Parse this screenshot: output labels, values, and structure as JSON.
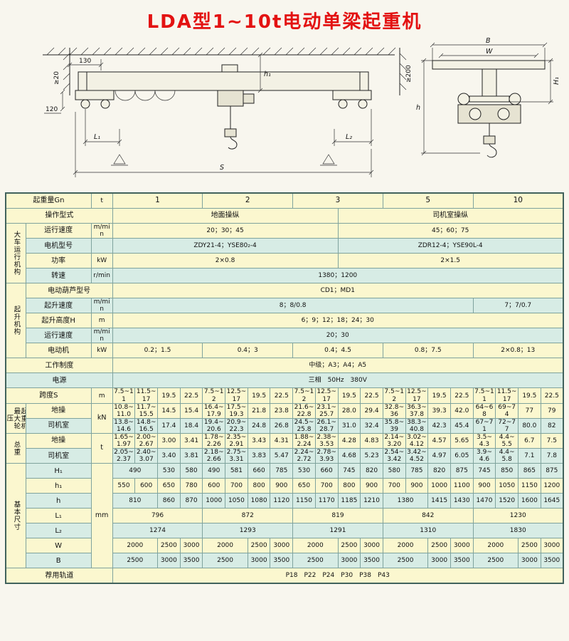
{
  "title": "LDA型1~10t电动单梁起重机",
  "colors": {
    "accent_red": "#e31212",
    "row_yellow": "#fbf7cf",
    "row_cyan": "#d7ece5",
    "grid_border": "#7fa39d"
  },
  "drawing": {
    "s": "S",
    "l1": "L₁",
    "l2": "L₂",
    "h1": "h₁",
    "cap_h1": "H₁",
    "h": "h",
    "b": "B",
    "w": "W",
    "d130": "130",
    "d20": "≥20",
    "d120": "120",
    "d200": "≥200"
  },
  "table": {
    "rows": [
      {
        "bg": "#fbf7cf",
        "cells": [
          {
            "t": "起重量Gn",
            "c": 2,
            "k": "lab"
          },
          {
            "t": "t"
          },
          {
            "t": "1",
            "c": 4,
            "k": "hd"
          },
          {
            "t": "2",
            "c": 4,
            "k": "hd"
          },
          {
            "t": "3",
            "c": 4,
            "k": "hd"
          },
          {
            "t": "5",
            "c": 4,
            "k": "hd"
          },
          {
            "t": "10",
            "c": 4,
            "k": "hd"
          }
        ]
      },
      {
        "bg": "#fbf7cf",
        "cells": [
          {
            "t": "操作型式",
            "c": 3,
            "k": "lab"
          },
          {
            "t": "地面操纵",
            "c": 10,
            "k": "lab"
          },
          {
            "t": "司机室操纵",
            "c": 10,
            "k": "lab"
          }
        ]
      },
      {
        "bg": "#fbf7cf",
        "cells": [
          {
            "t": "大车运行机构",
            "r": 4,
            "k": "vert"
          },
          {
            "t": "运行速度",
            "k": "lab"
          },
          {
            "t": "m/min"
          },
          {
            "t": "20；30；45",
            "c": 10
          },
          {
            "t": "45；60；75",
            "c": 10
          }
        ]
      },
      {
        "bg": "#d7ece5",
        "cells": [
          {
            "t": "电机型号",
            "k": "lab"
          },
          {
            "t": ""
          },
          {
            "t": "ZDY21-4；YSE80₂-4",
            "c": 10
          },
          {
            "t": "ZDR12-4；YSE90L-4",
            "c": 10
          }
        ]
      },
      {
        "bg": "#fbf7cf",
        "cells": [
          {
            "t": "功率",
            "k": "lab"
          },
          {
            "t": "kW"
          },
          {
            "t": "2×0.8",
            "c": 10
          },
          {
            "t": "2×1.5",
            "c": 10
          }
        ]
      },
      {
        "bg": "#d7ece5",
        "cells": [
          {
            "t": "转速",
            "k": "lab"
          },
          {
            "t": "r/min"
          },
          {
            "t": "1380；1200",
            "c": 20
          }
        ]
      },
      {
        "bg": "#fbf7cf",
        "cells": [
          {
            "t": "起升机构",
            "r": 5,
            "k": "vert"
          },
          {
            "t": "电动葫芦型号",
            "c": 2,
            "k": "lab"
          },
          {
            "t": "CD1；MD1",
            "c": 20
          }
        ]
      },
      {
        "bg": "#d7ece5",
        "cells": [
          {
            "t": "起升速度",
            "k": "lab"
          },
          {
            "t": "m/min"
          },
          {
            "t": "8；8/0.8",
            "c": 16
          },
          {
            "t": "7；7/0.7",
            "c": 4
          }
        ]
      },
      {
        "bg": "#fbf7cf",
        "cells": [
          {
            "t": "起升高度H",
            "k": "lab"
          },
          {
            "t": "m"
          },
          {
            "t": "6；9；12；18；24；30",
            "c": 20
          }
        ]
      },
      {
        "bg": "#d7ece5",
        "cells": [
          {
            "t": "运行速度",
            "k": "lab"
          },
          {
            "t": "m/min"
          },
          {
            "t": "20；30",
            "c": 20
          }
        ]
      },
      {
        "bg": "#fbf7cf",
        "cells": [
          {
            "t": "电动机",
            "k": "lab"
          },
          {
            "t": "kW"
          },
          {
            "t": "0.2；1.5",
            "c": 4
          },
          {
            "t": "0.4；3",
            "c": 4
          },
          {
            "t": "0.4；4.5",
            "c": 4
          },
          {
            "t": "0.8；7.5",
            "c": 4
          },
          {
            "t": "2×0.8；13",
            "c": 4
          }
        ]
      },
      {
        "bg": "#fbf7cf",
        "cells": [
          {
            "t": "工作制度",
            "c": 3,
            "k": "lab"
          },
          {
            "t": "中级；A3；A4；A5",
            "c": 20
          }
        ]
      },
      {
        "bg": "#d7ece5",
        "cells": [
          {
            "t": "电源",
            "c": 3,
            "k": "lab"
          },
          {
            "t": "三相　50Hz　380V",
            "c": 20
          }
        ]
      },
      {
        "bg": "#fbf7cf",
        "cells": [
          {
            "t": "跨度S",
            "c": 2,
            "k": "lab"
          },
          {
            "t": "m"
          },
          {
            "t": "7.5~11"
          },
          {
            "t": "11.5~17"
          },
          {
            "t": "19.5"
          },
          {
            "t": "22.5"
          },
          {
            "t": "7.5~12"
          },
          {
            "t": "12.5~17"
          },
          {
            "t": "19.5"
          },
          {
            "t": "22.5"
          },
          {
            "t": "7.5~12"
          },
          {
            "t": "12.5~17"
          },
          {
            "t": "19.5"
          },
          {
            "t": "22.5"
          },
          {
            "t": "7.5~12"
          },
          {
            "t": "12.5~17"
          },
          {
            "t": "19.5"
          },
          {
            "t": "22.5"
          },
          {
            "t": "7.5~11"
          },
          {
            "t": "11.5~17"
          },
          {
            "t": "19.5"
          },
          {
            "t": "22.5"
          }
        ]
      },
      {
        "bg": "#fbf7cf",
        "cells": [
          {
            "t": "起重机最大轮压",
            "r": 2,
            "k": "vert"
          },
          {
            "t": "地操",
            "k": "lab"
          },
          {
            "t": "kN",
            "r": 2,
            "k": "ru"
          },
          {
            "t": "10.8~11.0"
          },
          {
            "t": "11.7~15.5"
          },
          {
            "t": "14.5"
          },
          {
            "t": "15.4"
          },
          {
            "t": "16.4~17.9"
          },
          {
            "t": "17.5~19.3"
          },
          {
            "t": "21.8"
          },
          {
            "t": "23.8"
          },
          {
            "t": "21.6~22.8"
          },
          {
            "t": "23.1~25.7"
          },
          {
            "t": "28.0"
          },
          {
            "t": "29.4"
          },
          {
            "t": "32.8~36"
          },
          {
            "t": "36.3~37.8"
          },
          {
            "t": "39.3"
          },
          {
            "t": "42.0"
          },
          {
            "t": "64~68"
          },
          {
            "t": "69~74"
          },
          {
            "t": "77"
          },
          {
            "t": "79"
          }
        ]
      },
      {
        "bg": "#d7ece5",
        "cells": [
          {
            "t": "司机室",
            "k": "lab"
          },
          {
            "t": "13.8~14.6"
          },
          {
            "t": "14.8~16.5"
          },
          {
            "t": "17.4"
          },
          {
            "t": "18.4"
          },
          {
            "t": "19.4~20.6"
          },
          {
            "t": "20.9~22.3"
          },
          {
            "t": "24.8"
          },
          {
            "t": "26.8"
          },
          {
            "t": "24.5~25.8"
          },
          {
            "t": "26.1~28.7"
          },
          {
            "t": "31.0"
          },
          {
            "t": "32.4"
          },
          {
            "t": "35.8~39"
          },
          {
            "t": "38.3~40.8"
          },
          {
            "t": "42.3"
          },
          {
            "t": "45.4"
          },
          {
            "t": "67~71"
          },
          {
            "t": "72~77"
          },
          {
            "t": "80.0"
          },
          {
            "t": "82"
          }
        ]
      },
      {
        "bg": "#fbf7cf",
        "cells": [
          {
            "t": "总重",
            "r": 2,
            "k": "vert"
          },
          {
            "t": "地操",
            "k": "lab"
          },
          {
            "t": "t",
            "r": 2,
            "k": "ru"
          },
          {
            "t": "1.65~1.97"
          },
          {
            "t": "2.00~2.67"
          },
          {
            "t": "3.00"
          },
          {
            "t": "3.41"
          },
          {
            "t": "1.78~2.26"
          },
          {
            "t": "2.35~2.91"
          },
          {
            "t": "3.43"
          },
          {
            "t": "4.31"
          },
          {
            "t": "1.88~2.24"
          },
          {
            "t": "2.38~3.53"
          },
          {
            "t": "4.28"
          },
          {
            "t": "4.83"
          },
          {
            "t": "2.14~3.20"
          },
          {
            "t": "3.02~4.12"
          },
          {
            "t": "4.57"
          },
          {
            "t": "5.65"
          },
          {
            "t": "3.5~4.3"
          },
          {
            "t": "4.4~5.5"
          },
          {
            "t": "6.7"
          },
          {
            "t": "7.5"
          }
        ]
      },
      {
        "bg": "#d7ece5",
        "cells": [
          {
            "t": "司机室",
            "k": "lab"
          },
          {
            "t": "2.05~2.37"
          },
          {
            "t": "2.40~3.07"
          },
          {
            "t": "3.40"
          },
          {
            "t": "3.81"
          },
          {
            "t": "2.18~2.66"
          },
          {
            "t": "2.75~3.31"
          },
          {
            "t": "3.83"
          },
          {
            "t": "5.47"
          },
          {
            "t": "2.24~2.72"
          },
          {
            "t": "2.78~3.93"
          },
          {
            "t": "4.68"
          },
          {
            "t": "5.23"
          },
          {
            "t": "2.54~3.42"
          },
          {
            "t": "3.42~4.52"
          },
          {
            "t": "4.97"
          },
          {
            "t": "6.05"
          },
          {
            "t": "3.9~4.6"
          },
          {
            "t": "4.4~5.8"
          },
          {
            "t": "7.1"
          },
          {
            "t": "7.8"
          }
        ]
      },
      {
        "bg": "#d7ece5",
        "cells": [
          {
            "t": "基本尺寸",
            "r": 7,
            "k": "vert"
          },
          {
            "t": "H₁",
            "k": "lab"
          },
          {
            "t": "mm",
            "r": 7,
            "k": "ru"
          },
          {
            "t": "490",
            "c": 2
          },
          {
            "t": "530"
          },
          {
            "t": "580"
          },
          {
            "t": "490"
          },
          {
            "t": "581"
          },
          {
            "t": "660"
          },
          {
            "t": "785"
          },
          {
            "t": "530"
          },
          {
            "t": "660"
          },
          {
            "t": "745"
          },
          {
            "t": "820"
          },
          {
            "t": "580"
          },
          {
            "t": "785"
          },
          {
            "t": "820"
          },
          {
            "t": "875"
          },
          {
            "t": "745"
          },
          {
            "t": "850"
          },
          {
            "t": "865"
          },
          {
            "t": "875"
          }
        ]
      },
      {
        "bg": "#fbf7cf",
        "cells": [
          {
            "t": "h₁",
            "k": "lab"
          },
          {
            "t": "550"
          },
          {
            "t": "600"
          },
          {
            "t": "650"
          },
          {
            "t": "780"
          },
          {
            "t": "600"
          },
          {
            "t": "700"
          },
          {
            "t": "800"
          },
          {
            "t": "900"
          },
          {
            "t": "650"
          },
          {
            "t": "700"
          },
          {
            "t": "800"
          },
          {
            "t": "900"
          },
          {
            "t": "700"
          },
          {
            "t": "900"
          },
          {
            "t": "1000"
          },
          {
            "t": "1100"
          },
          {
            "t": "900"
          },
          {
            "t": "1050"
          },
          {
            "t": "1150"
          },
          {
            "t": "1200"
          }
        ]
      },
      {
        "bg": "#d7ece5",
        "cells": [
          {
            "t": "h",
            "k": "lab"
          },
          {
            "t": "810",
            "c": 2
          },
          {
            "t": "860"
          },
          {
            "t": "870"
          },
          {
            "t": "1000"
          },
          {
            "t": "1050"
          },
          {
            "t": "1080"
          },
          {
            "t": "1120"
          },
          {
            "t": "1150"
          },
          {
            "t": "1170"
          },
          {
            "t": "1185"
          },
          {
            "t": "1210"
          },
          {
            "t": "1380",
            "c": 2
          },
          {
            "t": "1415"
          },
          {
            "t": "1430"
          },
          {
            "t": "1470"
          },
          {
            "t": "1520"
          },
          {
            "t": "1600"
          },
          {
            "t": "1645"
          }
        ]
      },
      {
        "bg": "#fbf7cf",
        "cells": [
          {
            "t": "L₁",
            "k": "lab"
          },
          {
            "t": "796",
            "c": 4
          },
          {
            "t": "872",
            "c": 4
          },
          {
            "t": "819",
            "c": 4
          },
          {
            "t": "842",
            "c": 4
          },
          {
            "t": "1230",
            "c": 4
          }
        ]
      },
      {
        "bg": "#d7ece5",
        "cells": [
          {
            "t": "L₂",
            "k": "lab"
          },
          {
            "t": "1274",
            "c": 4
          },
          {
            "t": "1293",
            "c": 4
          },
          {
            "t": "1291",
            "c": 4
          },
          {
            "t": "1310",
            "c": 4
          },
          {
            "t": "1830",
            "c": 4
          }
        ]
      },
      {
        "bg": "#fbf7cf",
        "cells": [
          {
            "t": "W",
            "k": "lab"
          },
          {
            "t": "2000",
            "c": 2
          },
          {
            "t": "2500"
          },
          {
            "t": "3000"
          },
          {
            "t": "2000",
            "c": 2
          },
          {
            "t": "2500"
          },
          {
            "t": "3000"
          },
          {
            "t": "2000",
            "c": 2
          },
          {
            "t": "2500"
          },
          {
            "t": "3000"
          },
          {
            "t": "2000",
            "c": 2
          },
          {
            "t": "2500"
          },
          {
            "t": "3000"
          },
          {
            "t": "2000",
            "c": 2
          },
          {
            "t": "2500"
          },
          {
            "t": "3000"
          }
        ]
      },
      {
        "bg": "#d7ece5",
        "cells": [
          {
            "t": "B",
            "k": "lab"
          },
          {
            "t": "2500",
            "c": 2
          },
          {
            "t": "3000"
          },
          {
            "t": "3500"
          },
          {
            "t": "2500",
            "c": 2
          },
          {
            "t": "3000"
          },
          {
            "t": "3500"
          },
          {
            "t": "2500",
            "c": 2
          },
          {
            "t": "3000"
          },
          {
            "t": "3500"
          },
          {
            "t": "2500",
            "c": 2
          },
          {
            "t": "3000"
          },
          {
            "t": "3500"
          },
          {
            "t": "2500",
            "c": 2
          },
          {
            "t": "3000"
          },
          {
            "t": "3500"
          }
        ]
      },
      {
        "bg": "#fbf7cf",
        "cells": [
          {
            "t": "荐用轨道",
            "c": 3,
            "k": "lab"
          },
          {
            "t": "P18　P22　P24　P30　P38　P43",
            "c": 20
          }
        ]
      }
    ]
  }
}
